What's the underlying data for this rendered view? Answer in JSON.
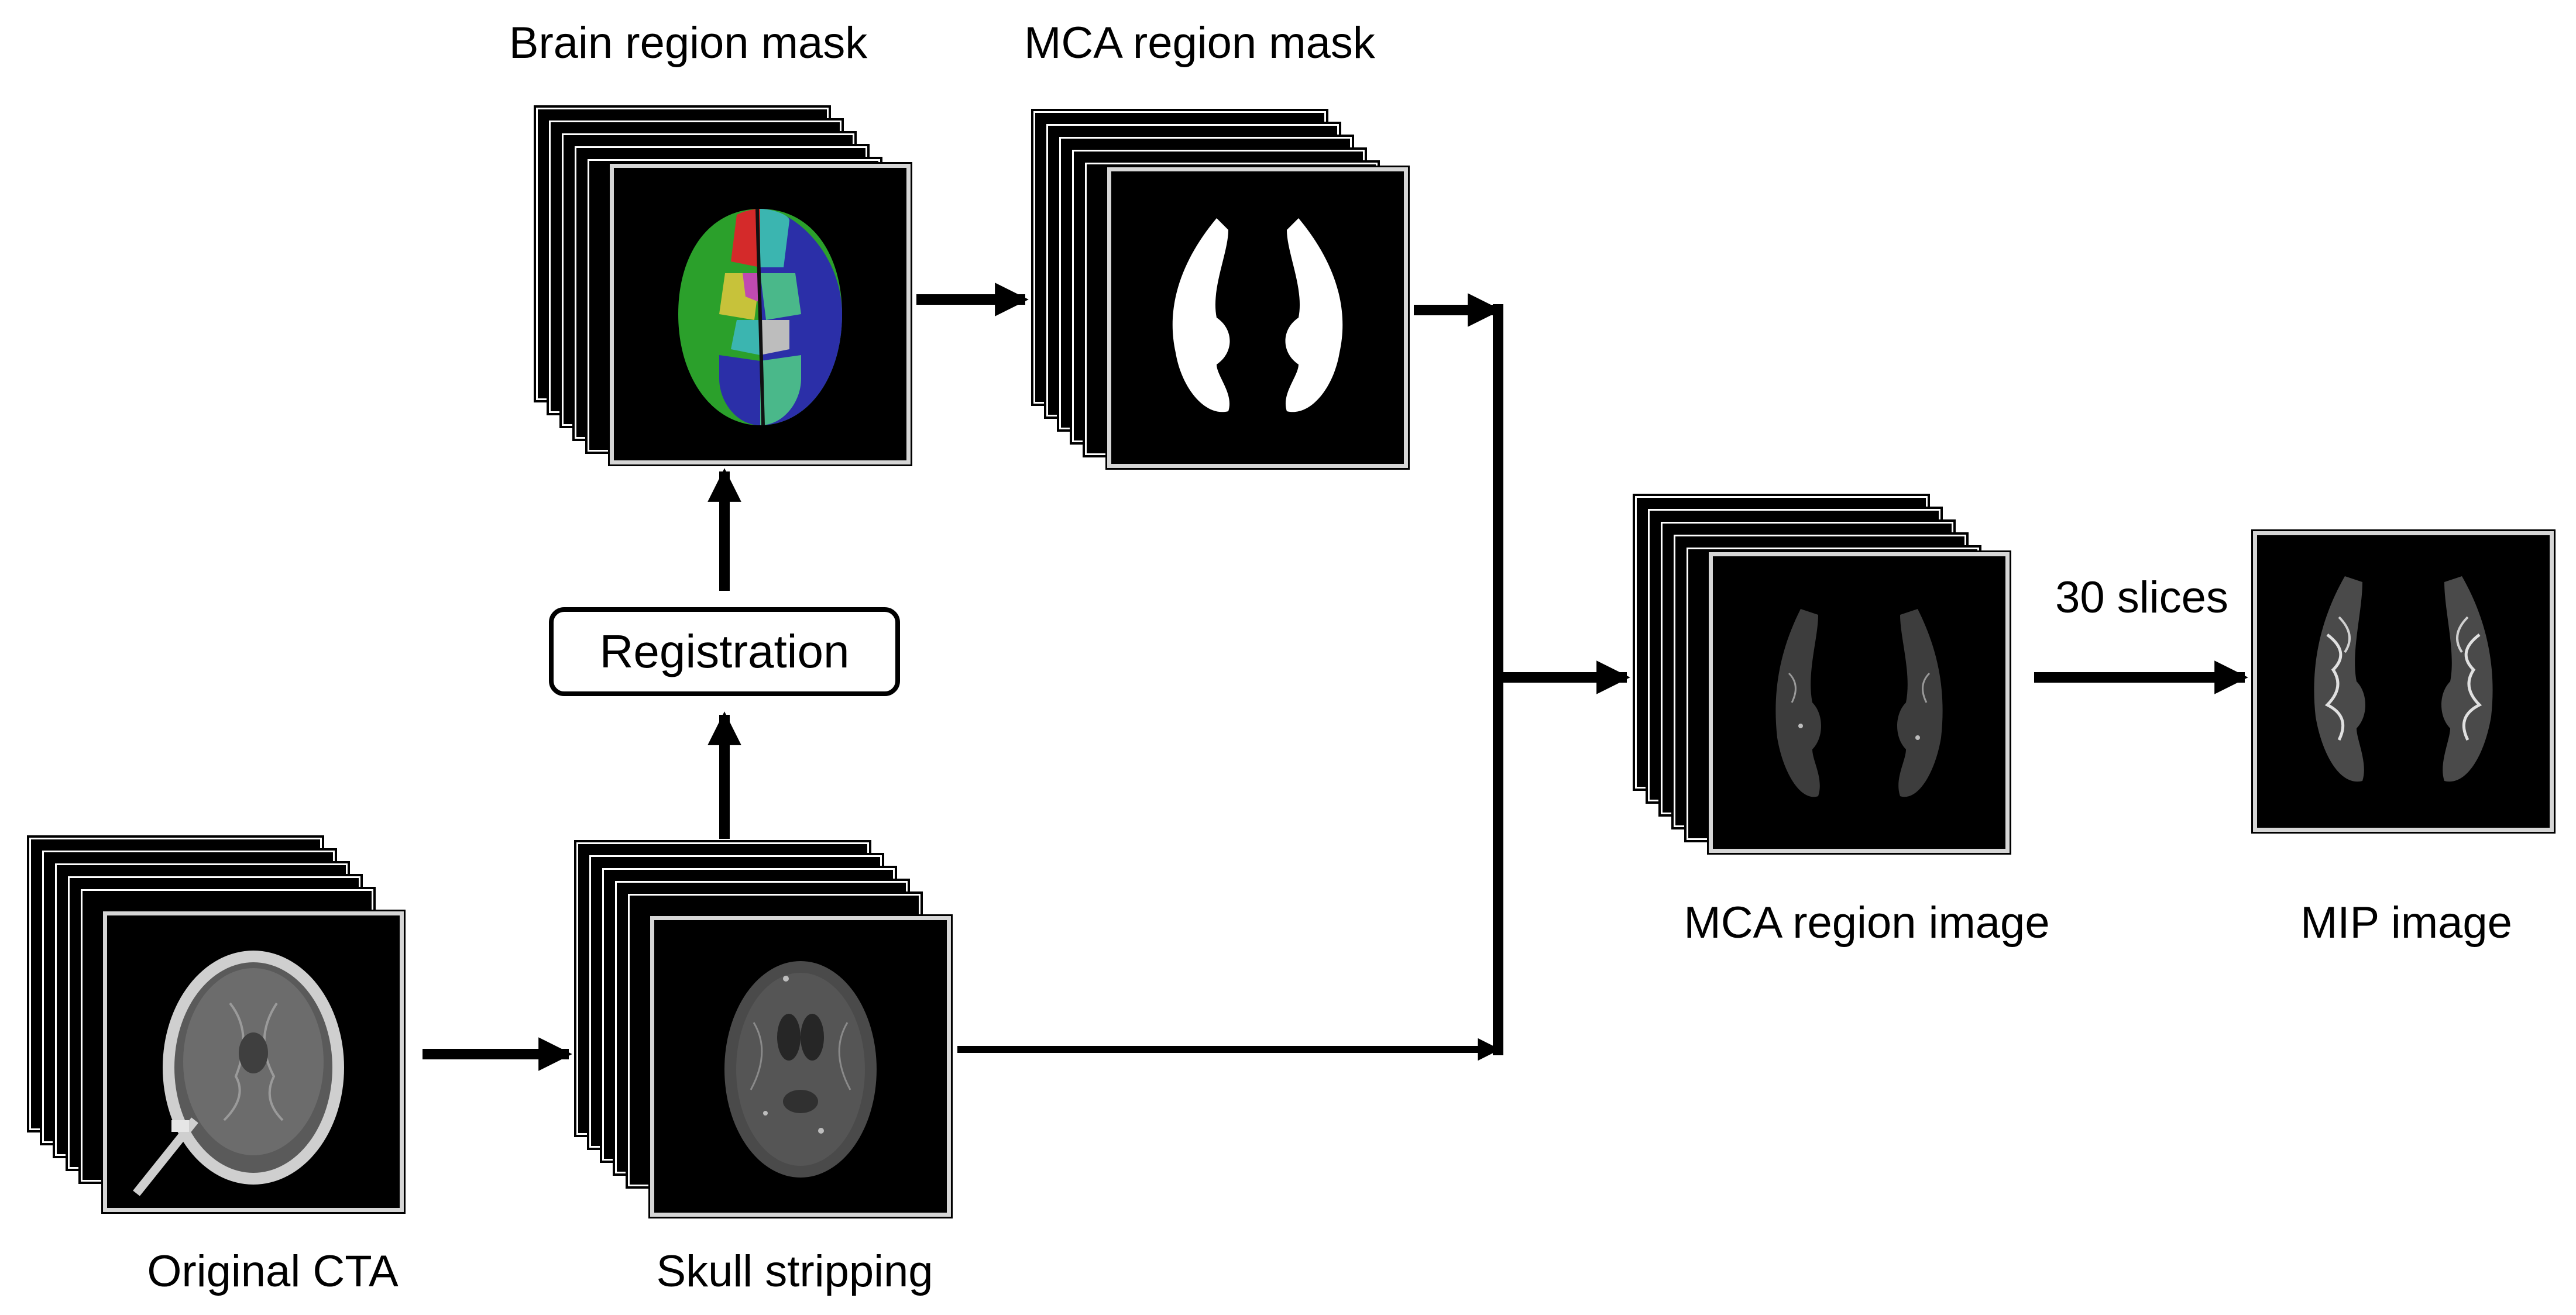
{
  "labels": {
    "original_cta": "Original CTA",
    "skull_stripping": "Skull stripping",
    "brain_region_mask": "Brain region mask",
    "mca_region_mask": "MCA region mask",
    "mca_region_image": "MCA region image",
    "mip_image": "MIP image",
    "registration": "Registration",
    "slices_note": "30 slices"
  },
  "colors": {
    "arrow": "#000000",
    "slice_background": "#000000",
    "slice_border": "#d6d6d6",
    "brain_region_palette": [
      "#2ba02b",
      "#d42a2a",
      "#3bb5b0",
      "#2b2fa8",
      "#c7c23a",
      "#c04ab0",
      "#9a9a9a",
      "#4ab88a"
    ]
  }
}
